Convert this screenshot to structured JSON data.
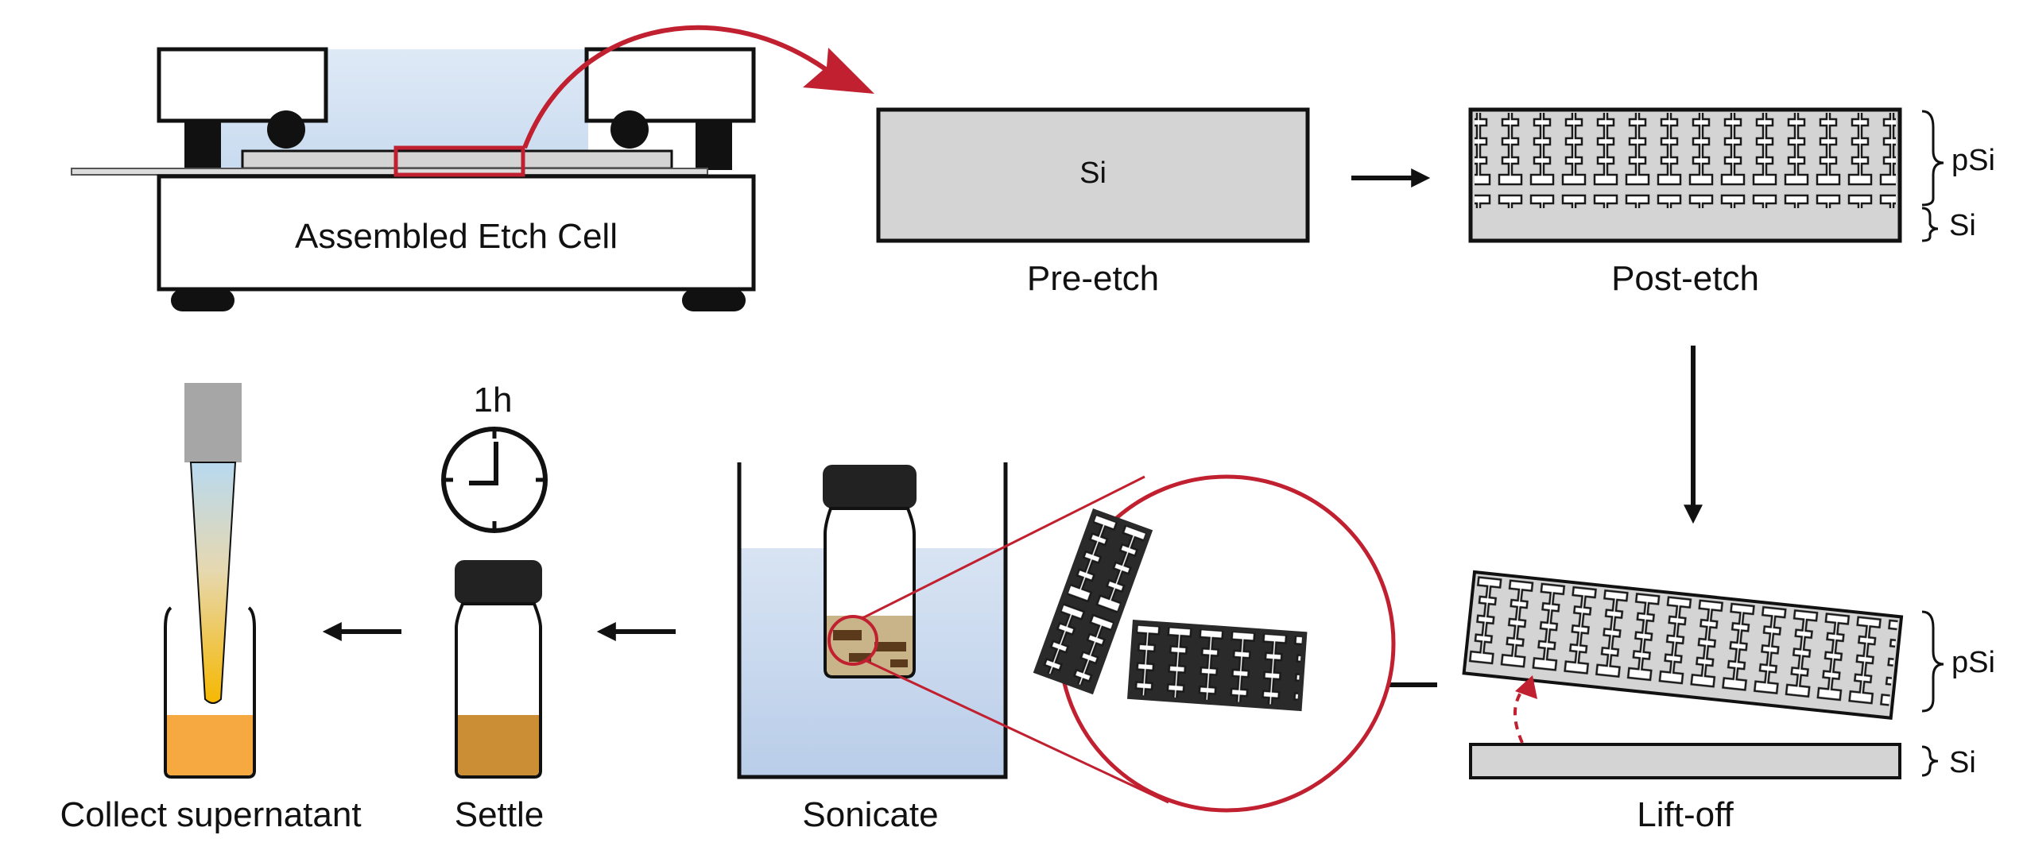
{
  "steps": {
    "etch_cell": "Assembled Etch Cell",
    "pre_etch": "Pre-etch",
    "post_etch": "Post-etch",
    "lift_off": "Lift-off",
    "sonicate": "Sonicate",
    "settle": "Settle",
    "collect": "Collect supernatant"
  },
  "layers": {
    "si_wafer": "Si",
    "psi_label": "pSi",
    "si_label": "Si",
    "psi_label_2": "pSi",
    "si_label_2": "Si"
  },
  "timer": "1h",
  "colors": {
    "accent_red": "#c0202f",
    "electrolyte_blue": "#c9dbf0",
    "silicon_gray": "#d4d4d4",
    "supernatant_orange": "#f6a940",
    "settled_brown": "#cc8e34",
    "particle_brown": "#5a3a1a"
  }
}
